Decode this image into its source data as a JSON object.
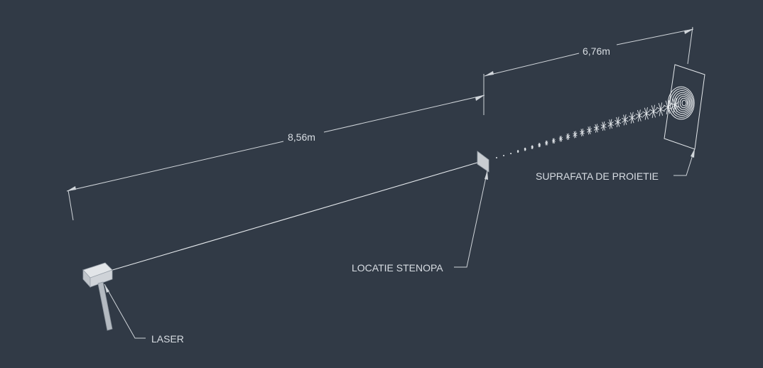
{
  "dimensions": {
    "laser_to_pinhole": "8,56m",
    "pinhole_to_screen": "6,76m"
  },
  "labels": {
    "laser": "LASER",
    "pinhole": "LOCATIE STENOPA",
    "screen": "SUPRAFATA DE PROIETIE"
  },
  "colors": {
    "background": "#313a46",
    "lines": "#d0d5da"
  }
}
